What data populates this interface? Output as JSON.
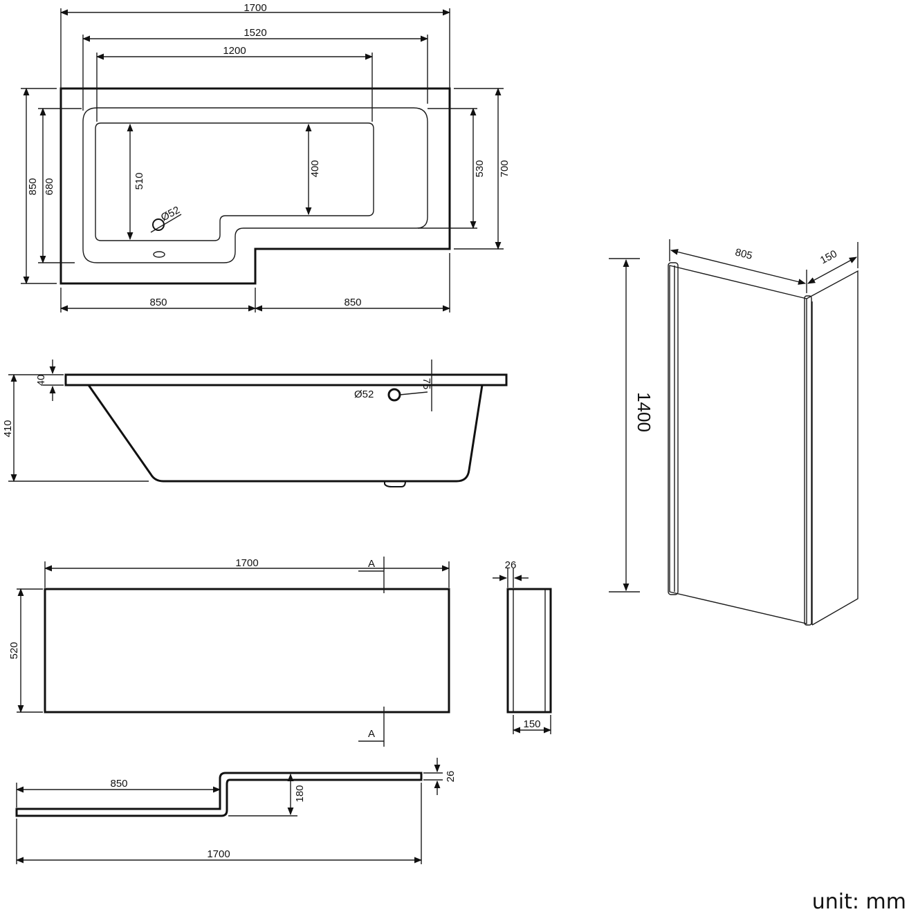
{
  "plan_view": {
    "overall_length": "1700",
    "inner_length": "1520",
    "basin_length": "1200",
    "overall_width": "850",
    "inner_width": "680",
    "basin_width": "510",
    "narrow_basin_width": "400",
    "narrow_inner_width": "530",
    "narrow_width": "700",
    "waste_diameter": "Ø52",
    "left_section": "850",
    "right_section": "850"
  },
  "side_view": {
    "rim_thickness": "40",
    "height": "410",
    "waste_diameter": "Ø52",
    "waste_offset": "75"
  },
  "front_panel": {
    "length": "1700",
    "height": "520",
    "section_marker_top": "A",
    "section_marker_bottom": "A"
  },
  "end_panel": {
    "thickness": "26",
    "width": "150"
  },
  "panel_section": {
    "step_length": "850",
    "step_height": "180",
    "thickness": "26",
    "total_length": "1700"
  },
  "screen": {
    "width": "805",
    "return_width": "150",
    "height": "1400"
  },
  "unit_label": "unit: mm"
}
